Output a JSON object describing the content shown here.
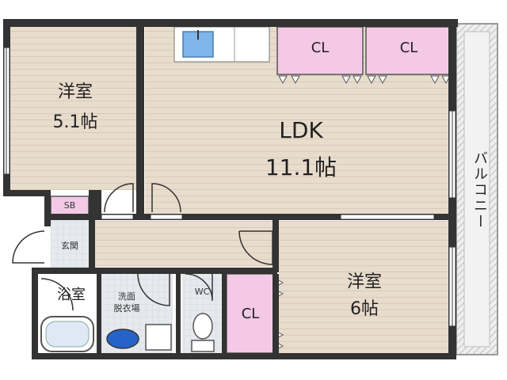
{
  "rooms": {
    "western_room_1": {
      "name": "洋室",
      "size": "5.1帖"
    },
    "ldk": {
      "name": "LDK",
      "size": "11.1帖"
    },
    "western_room_2": {
      "name": "洋室",
      "size": "6帖"
    }
  },
  "closets": {
    "cl_top_left": "CL",
    "cl_top_right": "CL",
    "cl_bottom": "CL"
  },
  "labels": {
    "shoe_box": "SB",
    "entrance": "玄関",
    "bathroom": "浴室",
    "washroom_line1": "洗面",
    "washroom_line2": "脱衣場",
    "toilet": "WC",
    "balcony": "バルコニー"
  },
  "colors": {
    "floor": "#e8dccd",
    "floor_line": "#d6c7b4",
    "wall": "#333333",
    "closet": "#f3c9e6",
    "water_tile": "#dde3ea",
    "balcony": "#e3e3e3",
    "sink": "#7fb5e8"
  }
}
